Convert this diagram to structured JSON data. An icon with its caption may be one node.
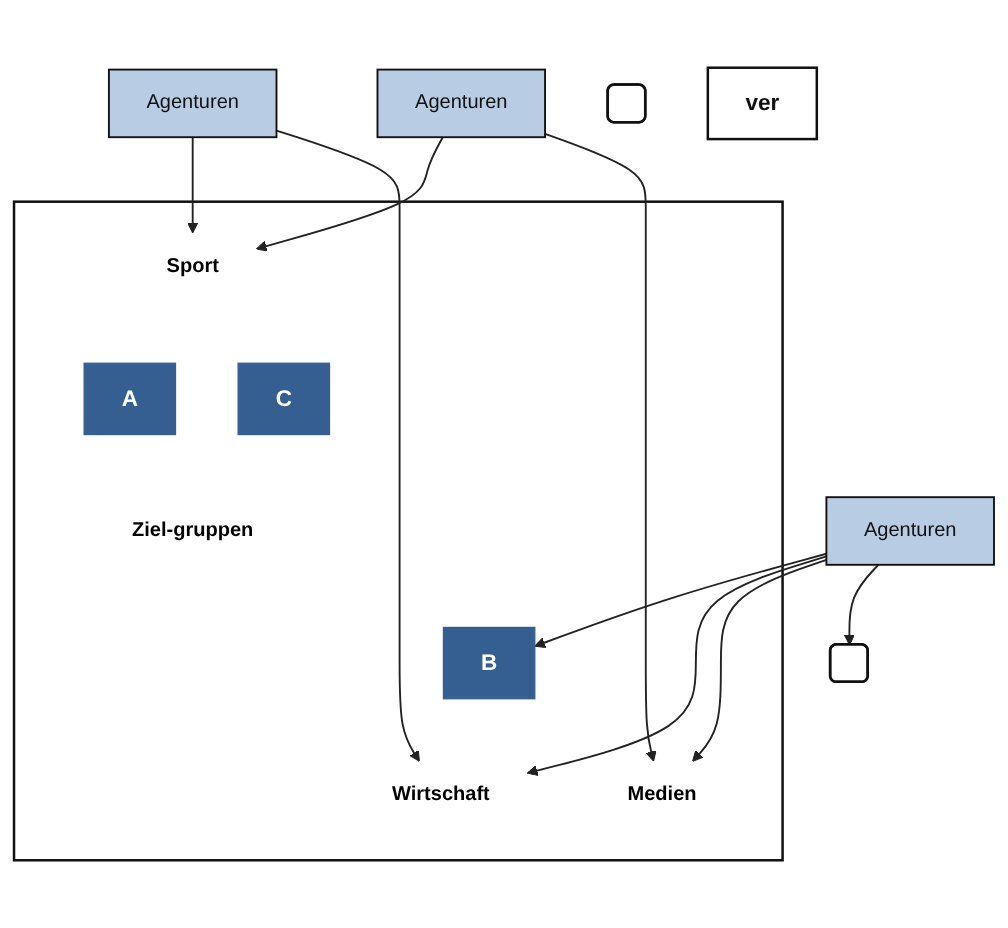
{
  "diagram": {
    "nodes": [
      {
        "text": [],
        "shape": "triangle"
      },
      {
        "text": [
          "Sport"
        ],
        "in": 0
      },
      {
        "text": [
          "A"
        ],
        "in": 0
      },
      {
        "text": [
          "Ziel-gruppen"
        ],
        "in": 0
      },
      {
        "text": [
          "C"
        ],
        "in": 0
      },
      {
        "text": [
          "B"
        ],
        "in": 0
      },
      {
        "text": [
          "Wirtschaft"
        ],
        "in": 0
      },
      {
        "text": [
          "Medien"
        ],
        "in": 0
      },
      {
        "text": [
          "Agenturen"
        ]
      },
      {
        "text": [
          "Agenturen"
        ]
      },
      {
        "text": [
          "Agenturen"
        ]
      },
      {
        "text": [],
        "shape": "box"
      },
      {
        "text": [
          "ver"
        ]
      },
      {
        "text": [],
        "shape": "box"
      }
    ],
    "edges": [
      {
        "from": 8,
        "to": 1,
        "arrow": "to"
      },
      {
        "from": 8,
        "to": 6,
        "arrow": "to"
      },
      {
        "from": 9,
        "to": 1,
        "arrow": "to"
      },
      {
        "from": 9,
        "to": 7,
        "arrow": "to"
      },
      {
        "from": 10,
        "to": 5,
        "arrow": "to"
      },
      {
        "from": 10,
        "to": 6,
        "arrow": "to"
      },
      {
        "from": 10,
        "to": 7,
        "arrow": "to"
      },
      {
        "from": 10,
        "to": 13,
        "arrow": "to"
      }
    ]
  }
}
